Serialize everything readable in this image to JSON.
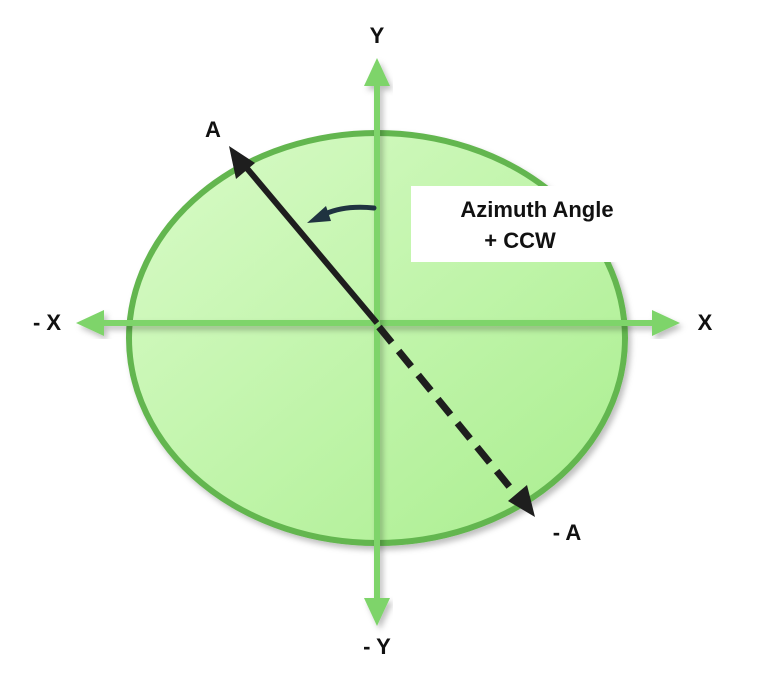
{
  "labels": {
    "y_pos": "Y",
    "y_neg": "- Y",
    "x_pos": "X",
    "x_neg": "- X",
    "a_pos": "A",
    "a_neg": "- A"
  },
  "callout": {
    "line1": "Azimuth Angle",
    "line2": "+ CCW"
  },
  "colors": {
    "ellipse_fill_light": "#d9fbc8",
    "ellipse_fill_dark": "#a9ee8e",
    "ellipse_stroke": "#63b64f",
    "axis": "#7ed46a",
    "vector": "#1e1e1e",
    "arc_arrow": "#1f3340",
    "callout_bg": "#ffffff"
  }
}
